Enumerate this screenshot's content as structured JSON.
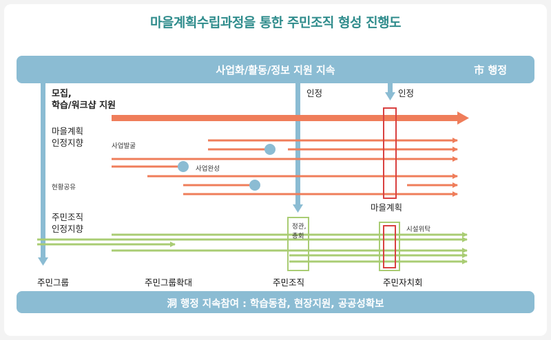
{
  "title": "마을계획수립과정을 통한 주민조직 형성 진행도",
  "top_band": {
    "text": "사업화/활동/정보 지원 지속",
    "side_text": "市 행정"
  },
  "bottom_band": {
    "text": "洞 행정 지속참여 : 학습동참, 현장지원, 공공성확보"
  },
  "labels": {
    "recruit": "모집,",
    "recruit2": "학습/워크샵 지원",
    "plan_orient1": "마을계획",
    "plan_orient2": "인정지향",
    "project_find": "사업발굴",
    "project_done": "사업완성",
    "status_share": "현황공유",
    "org_orient1": "주민조직",
    "org_orient2": "인정지향",
    "approve1": "인정",
    "approve2": "인정",
    "village_plan": "마을계획",
    "bylaws1": "정관,",
    "bylaws2": "총회",
    "facility": "시설위탁"
  },
  "stages": [
    "주민그룹",
    "주민그룹확대",
    "주민조직",
    "주민자치회"
  ],
  "colors": {
    "blue": "#8bbcd3",
    "orange": "#ef7d5a",
    "green": "#a9cc73",
    "red": "#d94040",
    "title": "#2f8c8c"
  }
}
